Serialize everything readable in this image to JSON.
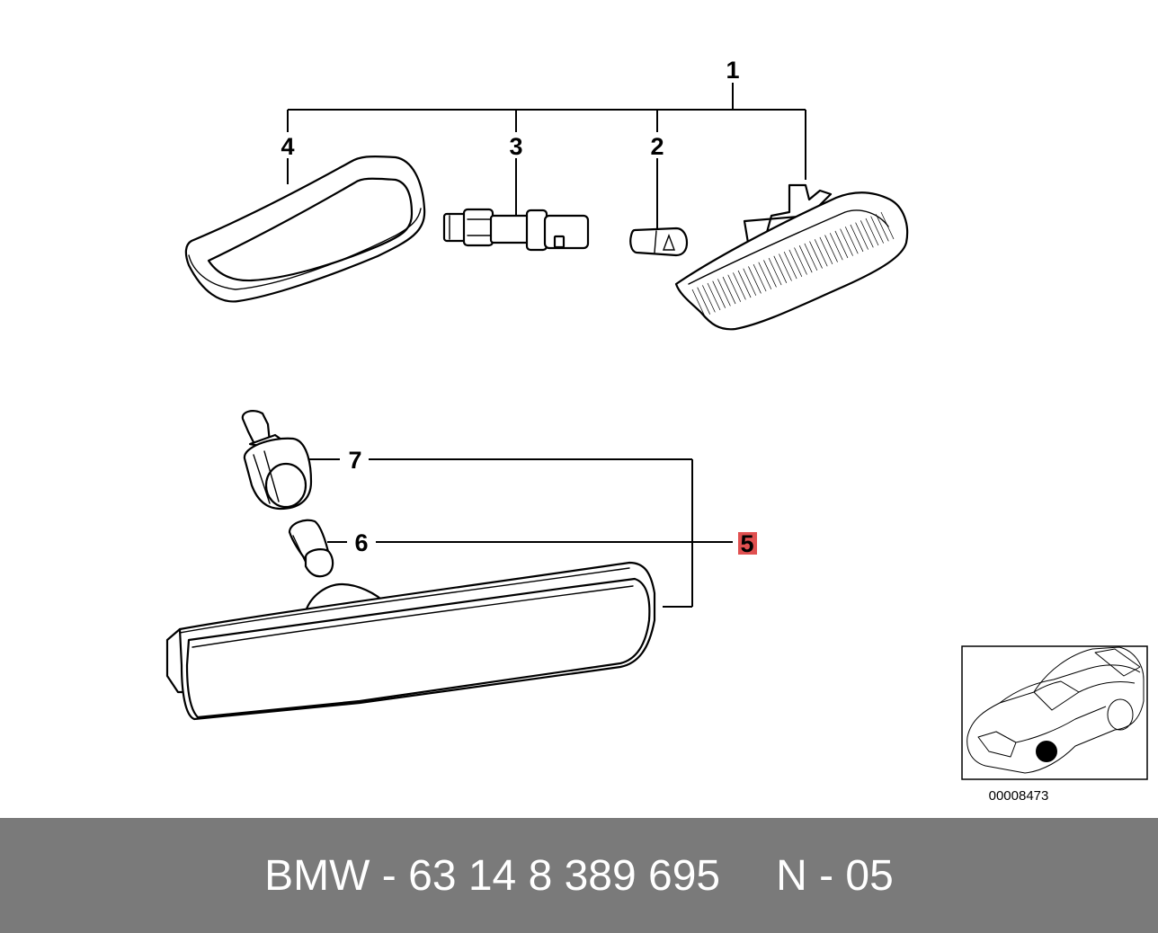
{
  "diagram": {
    "callouts": [
      {
        "id": "1",
        "label": "1"
      },
      {
        "id": "2",
        "label": "2"
      },
      {
        "id": "3",
        "label": "3"
      },
      {
        "id": "4",
        "label": "4"
      },
      {
        "id": "5",
        "label": "5",
        "highlighted": true
      },
      {
        "id": "6",
        "label": "6"
      },
      {
        "id": "7",
        "label": "7"
      }
    ],
    "highlight_color": "#e05050",
    "inset": {
      "reference_number": "00008473",
      "marker_color": "#000000"
    }
  },
  "footer": {
    "part_number": "BMW - 63 14 8 389 695",
    "variant": "N - 05",
    "background_color": "#7a7a7a",
    "text_color": "#ffffff"
  }
}
